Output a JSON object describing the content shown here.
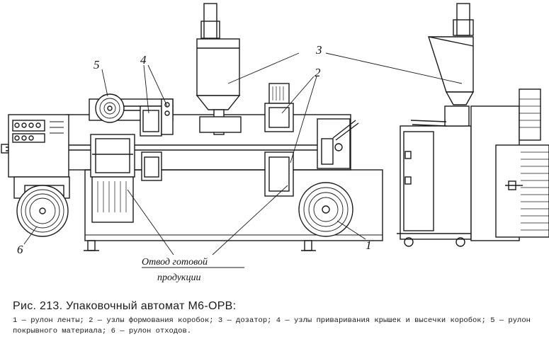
{
  "figure": {
    "labels": {
      "l1": "1",
      "l2": "2",
      "l3": "3",
      "l4": "4",
      "l5": "5",
      "l6": "6"
    },
    "outlet_line1": "Отвод готовой",
    "outlet_line2": "продукции"
  },
  "caption": {
    "title": "Рис. 213. Упаковочный автомат М6-ОРВ:",
    "legend": "1 — рулон ленты; 2 — узлы формования коробок; 3 — дозатор; 4 — узлы приваривания крышек и высечки коробок; 5 — рулон покрывного материала; 6 — рулон отходов."
  }
}
